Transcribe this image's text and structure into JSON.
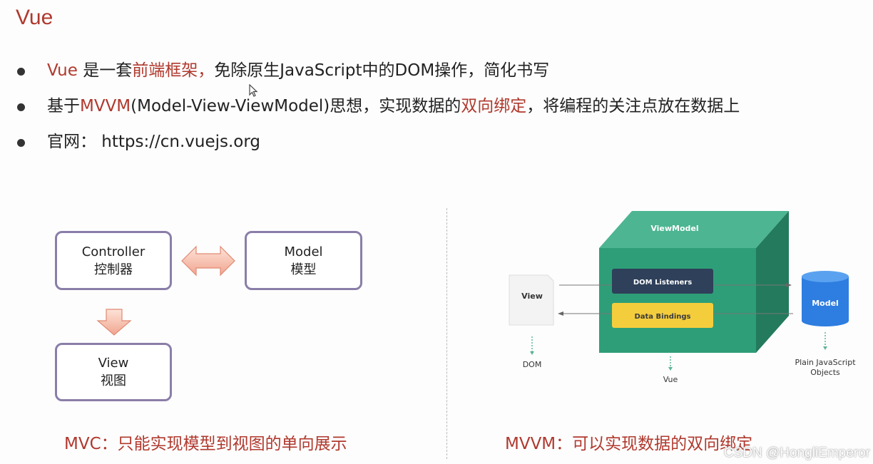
{
  "title": "Vue",
  "bullets": [
    {
      "parts": [
        {
          "text": "Vue",
          "red": true
        },
        {
          "text": " 是一套",
          "red": false
        },
        {
          "text": "前端框架，",
          "red": true
        },
        {
          "text": "免除原生JavaScript中的DOM操作，简化书写",
          "red": false
        }
      ]
    },
    {
      "parts": [
        {
          "text": "基于",
          "red": false
        },
        {
          "text": "MVVM",
          "red": true
        },
        {
          "text": "(Model-View-ViewModel)思想，实现数据的",
          "red": false
        },
        {
          "text": "双向绑定",
          "red": true
        },
        {
          "text": "，将编程的关注点放在数据上",
          "red": false
        }
      ]
    },
    {
      "parts": [
        {
          "text": "官网：  https://cn.vuejs.org",
          "red": false
        }
      ]
    }
  ],
  "mvc": {
    "controller": {
      "en": "Controller",
      "cn": "控制器"
    },
    "model": {
      "en": "Model",
      "cn": "模型"
    },
    "view": {
      "en": "View",
      "cn": "视图"
    },
    "caption": "MVC：只能实现模型到视图的单向展示"
  },
  "mvvm": {
    "viewmodel": "ViewModel",
    "dom_listeners": "DOM Listeners",
    "data_bindings": "Data Bindings",
    "view": "View",
    "dom": "DOM",
    "vue": "Vue",
    "model": "Model",
    "plain_js_line1": "Plain JavaScript",
    "plain_js_line2": "Objects",
    "caption": "MVVM：可以实现数据的双向绑定"
  },
  "watermark": "CSDN @HongliEmperor",
  "colors": {
    "accent": "#b0392e",
    "box_border": "#8a7ea8",
    "cube_front": "#2e9e78",
    "cube_top": "#4db592",
    "cube_side": "#237a5d",
    "listeners": "#2e405a",
    "bindings": "#f4cd3d",
    "model_db": "#2e7de0"
  }
}
